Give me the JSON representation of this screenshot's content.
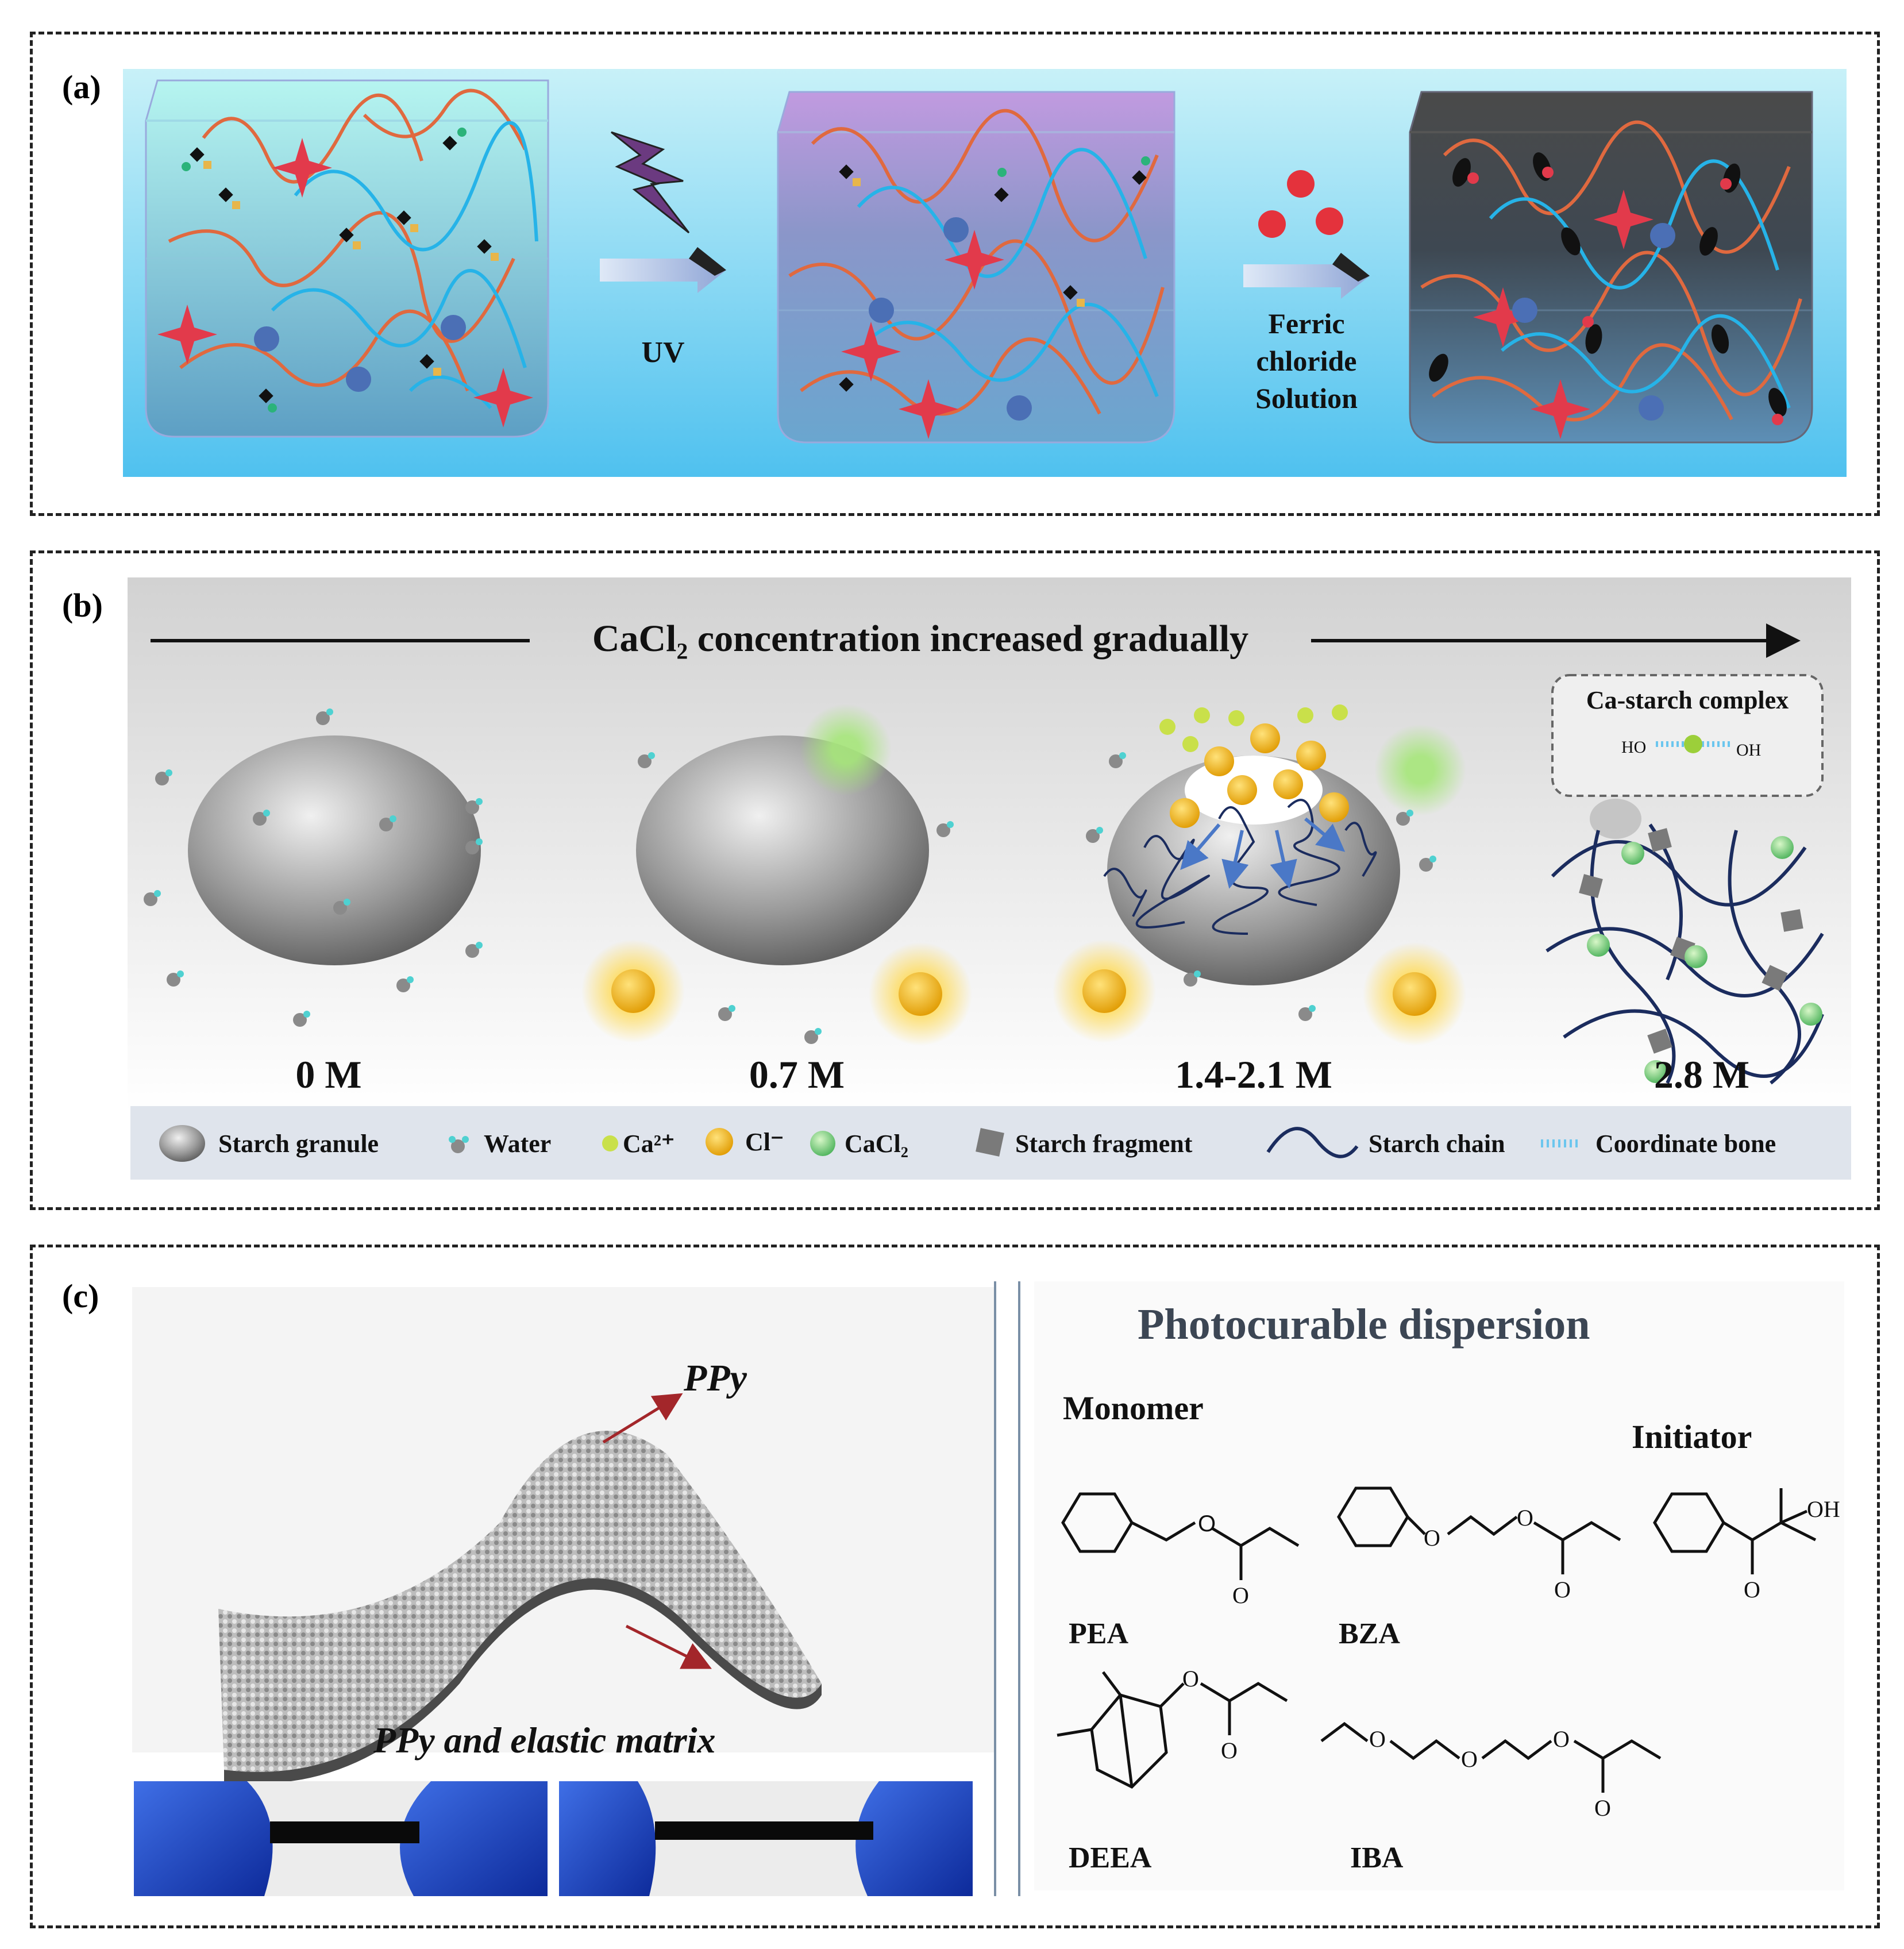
{
  "panel_a": {
    "label": "(a)",
    "uv_label": "UV",
    "ferric_label_lines": [
      "Ferric",
      "chloride",
      "Solution"
    ],
    "colors": {
      "box1_top": "#b6f0ee",
      "box2_top": "#b98ad6",
      "box3": "#3a3a3a",
      "background": "#5fc6ee"
    }
  },
  "panel_b": {
    "label": "(b)",
    "header": "CaCl₂ concentration increased gradually",
    "complex_label": "Ca-starch complex",
    "ho_label": "HO",
    "oh_label": "OH",
    "stages": [
      "0 M",
      "0.7 M",
      "1.4-2.1 M",
      "2.8 M"
    ],
    "legend": [
      {
        "icon": "starch-granule-icon",
        "label": "Starch granule"
      },
      {
        "icon": "water-icon",
        "label": "Water"
      },
      {
        "icon": "calcium-ion-icon",
        "label": "Ca²⁺"
      },
      {
        "icon": "chloride-ion-icon",
        "label": "Cl⁻"
      },
      {
        "icon": "cacl2-icon",
        "label": "CaCl₂"
      },
      {
        "icon": "starch-fragment-icon",
        "label": "Starch fragment"
      },
      {
        "icon": "starch-chain-icon",
        "label": "Starch chain"
      },
      {
        "icon": "coordinate-bond-icon",
        "label": "Coordinate bone"
      }
    ]
  },
  "panel_c": {
    "label": "(c)",
    "ppy_label": "PPy",
    "matrix_label": "PPy and elastic matrix",
    "dispersion_title": "Photocurable dispersion",
    "monomer_heading": "Monomer",
    "initiator_heading": "Initiator",
    "compounds": [
      "PEA",
      "BZA",
      "DEEA",
      "IBA"
    ],
    "oh_label": "OH"
  }
}
